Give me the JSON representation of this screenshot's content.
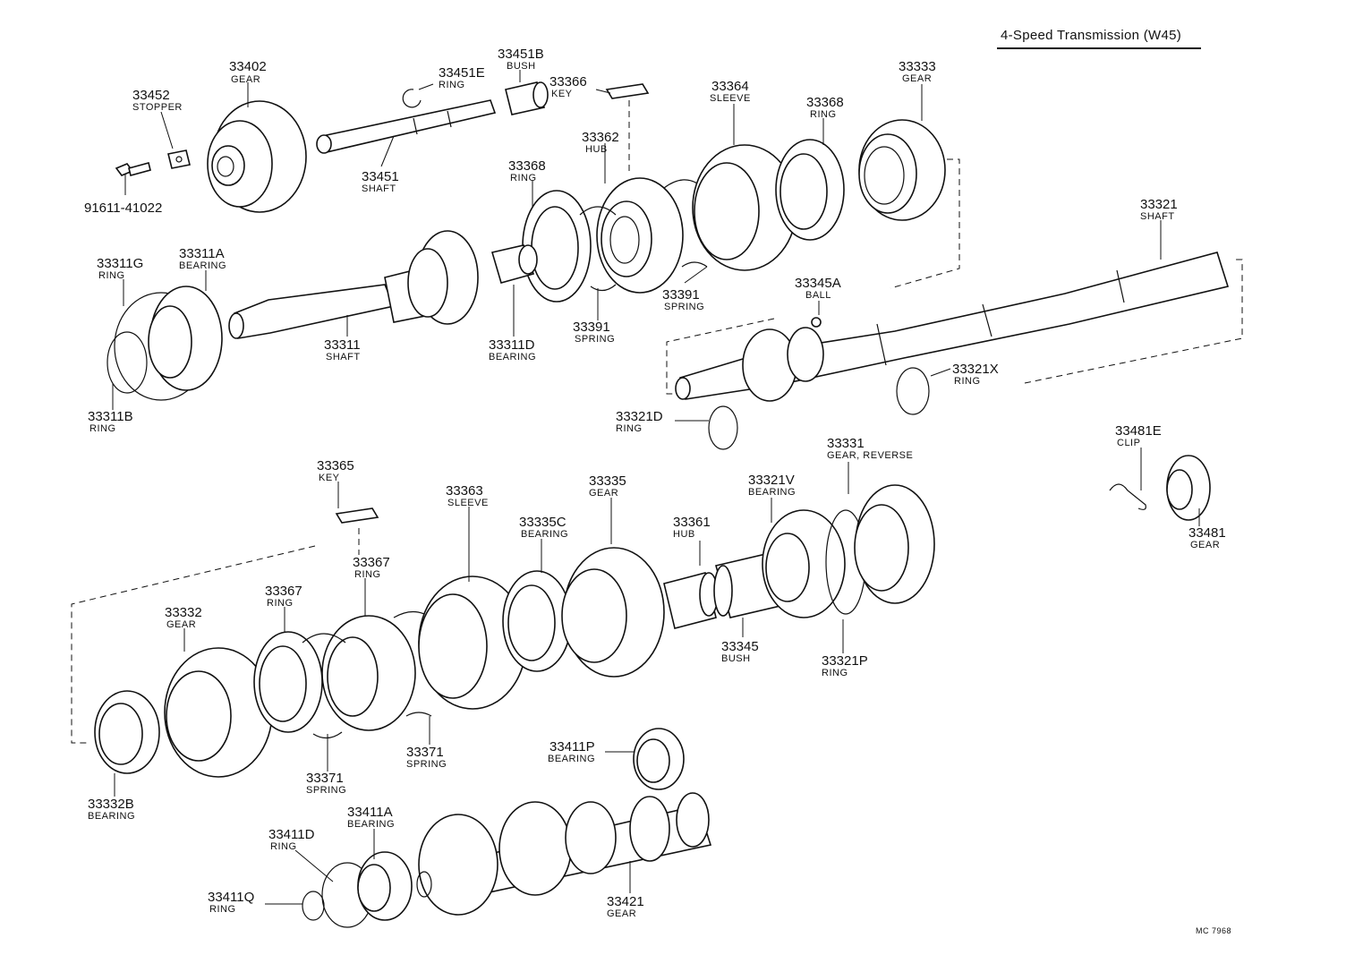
{
  "title": "4-Speed Transmission (W45)",
  "diagram_code": "MC 7968",
  "callouts": [
    {
      "number": "33402",
      "name": "GEAR"
    },
    {
      "number": "33452",
      "name": "STOPPER"
    },
    {
      "number": "91611-41022",
      "name": ""
    },
    {
      "number": "33451E",
      "name": "RING"
    },
    {
      "number": "33451B",
      "name": "BUSH"
    },
    {
      "number": "33366",
      "name": "KEY"
    },
    {
      "number": "33451",
      "name": "SHAFT"
    },
    {
      "number": "33362",
      "name": "HUB"
    },
    {
      "number": "33368",
      "name": "RING"
    },
    {
      "number": "33364",
      "name": "SLEEVE"
    },
    {
      "number": "33368",
      "name": "RING"
    },
    {
      "number": "33333",
      "name": "GEAR"
    },
    {
      "number": "33321",
      "name": "SHAFT"
    },
    {
      "number": "33311G",
      "name": "RING"
    },
    {
      "number": "33311A",
      "name": "BEARING"
    },
    {
      "number": "33311",
      "name": "SHAFT"
    },
    {
      "number": "33311D",
      "name": "BEARING"
    },
    {
      "number": "33391",
      "name": "SPRING"
    },
    {
      "number": "33391",
      "name": "SPRING"
    },
    {
      "number": "33345A",
      "name": "BALL"
    },
    {
      "number": "33311B",
      "name": "RING"
    },
    {
      "number": "33321X",
      "name": "RING"
    },
    {
      "number": "33321D",
      "name": "RING"
    },
    {
      "number": "33481E",
      "name": "CLIP"
    },
    {
      "number": "33481",
      "name": "GEAR"
    },
    {
      "number": "33365",
      "name": "KEY"
    },
    {
      "number": "33363",
      "name": "SLEEVE"
    },
    {
      "number": "33335",
      "name": "GEAR"
    },
    {
      "number": "33331",
      "name": "GEAR, REVERSE"
    },
    {
      "number": "33321V",
      "name": "BEARING"
    },
    {
      "number": "33367",
      "name": "RING"
    },
    {
      "number": "33335C",
      "name": "BEARING"
    },
    {
      "number": "33361",
      "name": "HUB"
    },
    {
      "number": "33367",
      "name": "RING"
    },
    {
      "number": "33332",
      "name": "GEAR"
    },
    {
      "number": "33345",
      "name": "BUSH"
    },
    {
      "number": "33321P",
      "name": "RING"
    },
    {
      "number": "33371",
      "name": "SPRING"
    },
    {
      "number": "33371",
      "name": "SPRING"
    },
    {
      "number": "33411P",
      "name": "BEARING"
    },
    {
      "number": "33332B",
      "name": "BEARING"
    },
    {
      "number": "33411A",
      "name": "BEARING"
    },
    {
      "number": "33411D",
      "name": "RING"
    },
    {
      "number": "33411Q",
      "name": "RING"
    },
    {
      "number": "33421",
      "name": "GEAR"
    }
  ]
}
